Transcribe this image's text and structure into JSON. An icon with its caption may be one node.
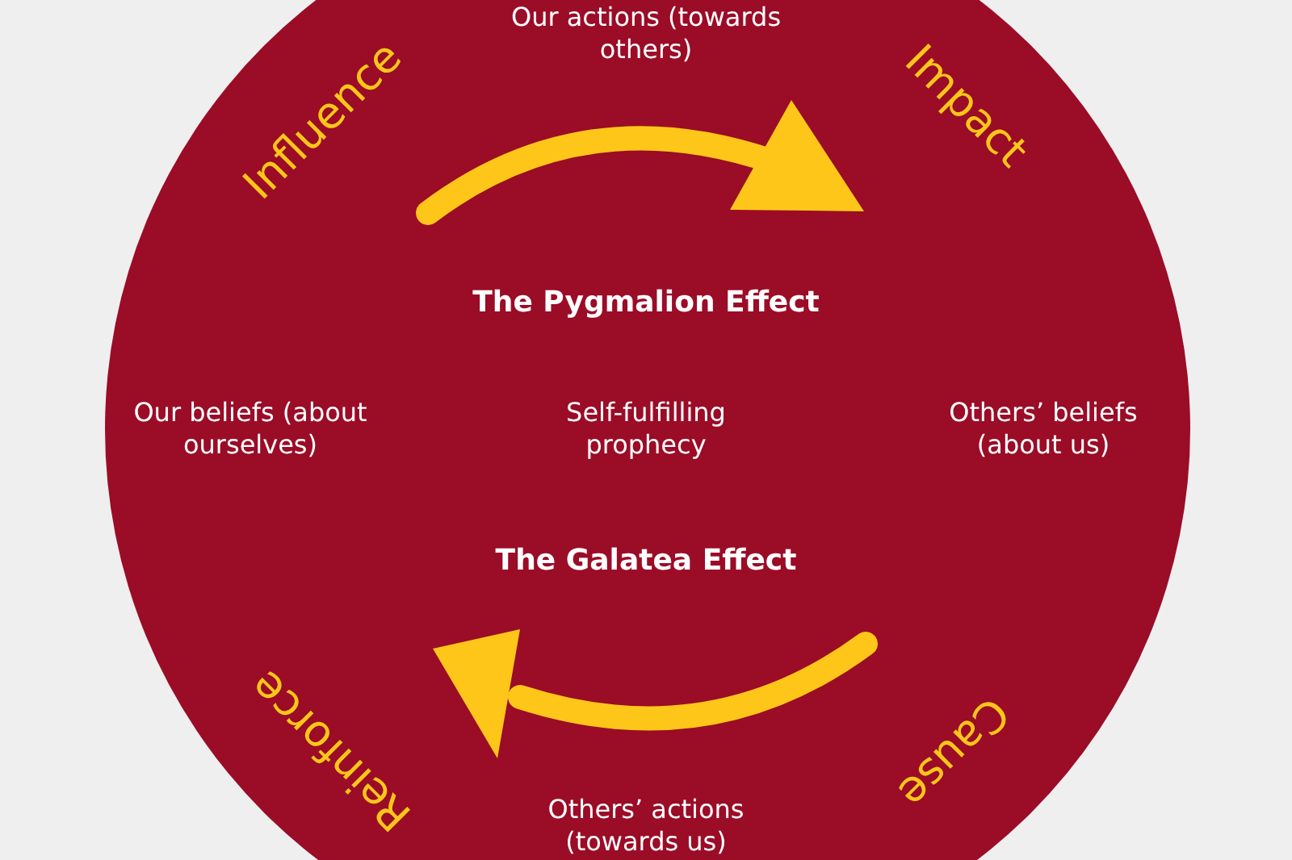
{
  "diagram": {
    "nodes": [
      {
        "text": [],
        "shape": "circle"
      },
      {
        "text": [
          "Our actions (towards others)"
        ],
        "in": 0
      },
      {
        "text": [
          "Others’ beliefs (about us)"
        ],
        "in": 0
      },
      {
        "text": [
          "Others’ actions (towards us)"
        ],
        "in": 0
      },
      {
        "text": [
          "Our beliefs (about ourselves)"
        ],
        "in": 0
      }
    ],
    "labels": [
      "Influence",
      "Impact",
      "The Pygmalion Effect",
      "Self-fulfilling prophecy",
      "The Galatea Effect",
      "Reinforce",
      "Cause"
    ]
  }
}
